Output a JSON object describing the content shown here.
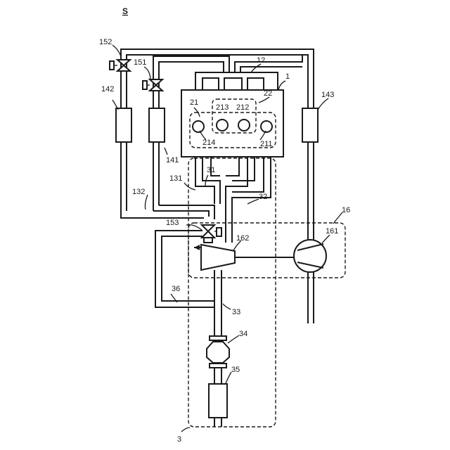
{
  "title": "S",
  "labels": {
    "l1": "1",
    "l12": "12",
    "l22": "22",
    "l21": "21",
    "l213": "213",
    "l212": "212",
    "l214": "214",
    "l211": "211",
    "l152": "152",
    "l151": "151",
    "l142": "142",
    "l141": "141",
    "l143": "143",
    "l131": "131",
    "l132": "132",
    "l31": "31",
    "l32": "32",
    "l16": "16",
    "l161": "161",
    "l153": "153",
    "l162": "162",
    "l36": "36",
    "l33": "33",
    "l34": "34",
    "l35": "35",
    "l3": "3"
  }
}
